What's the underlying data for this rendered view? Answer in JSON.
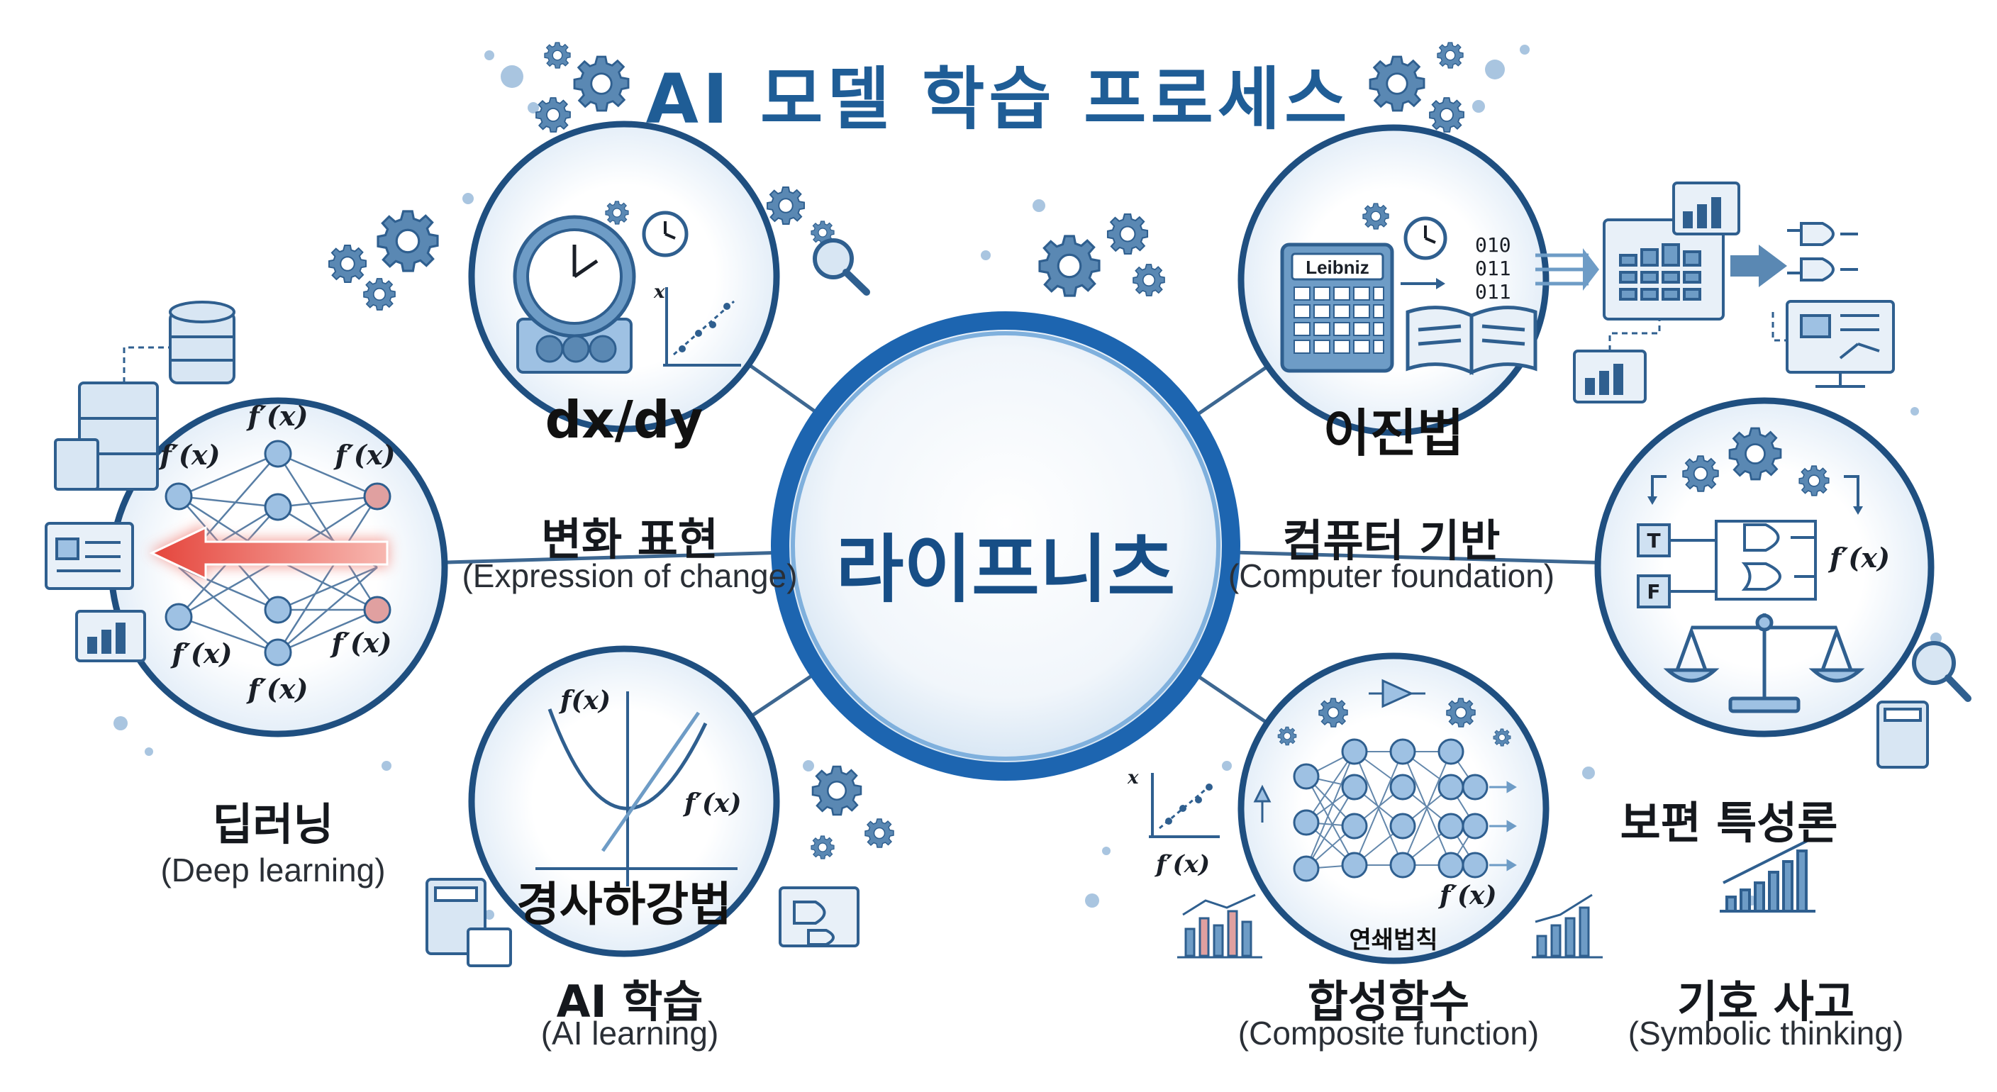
{
  "title": "AI 모델 학습 프로세스",
  "center": {
    "label": "라이프니츠"
  },
  "nodes": {
    "deep_learning": {
      "ko": "딥러닝",
      "en": "(Deep learning)",
      "fx": "f′(x)"
    },
    "dxdy": {
      "inner": "dx/dy",
      "ko": "변화 표현",
      "en": "(Expression of change)",
      "axis": "x"
    },
    "gradient": {
      "inner": "경사하강법",
      "ko": "AI 학습",
      "en": "(AI learning)",
      "fx": "f(x)",
      "dfx": "f′(x)"
    },
    "binary": {
      "inner": "이진법",
      "ko": "컴퓨터 기반",
      "en": "(Computer foundation)",
      "calc_label": "Leibniz",
      "bits": [
        "010",
        "011",
        "011"
      ]
    },
    "composite": {
      "inner": "합성함수",
      "sub": "연쇄법칙",
      "en": "(Composite function)",
      "fx": "f′(x)",
      "axis": "x"
    },
    "universal": {
      "ko": "보편 특성론",
      "fx": "f′(x)",
      "t": "T",
      "f": "F"
    },
    "symbolic": {
      "ko": "기호 사고",
      "en": "(Symbolic thinking)"
    }
  },
  "colors": {
    "primary": "#1f5d96",
    "ring": "#2f5f8f",
    "gear": "#5a88b3",
    "light": "#cfe1f2",
    "arrow_red": "#e5453c",
    "accent_red": "#e0a0a0"
  },
  "icons": [
    "gear-icon",
    "magnifier-icon",
    "database-icon",
    "server-icon",
    "calculator-icon",
    "clock-icon",
    "book-icon",
    "logic-gate-icon",
    "scale-icon",
    "bar-chart-icon",
    "monitor-icon"
  ]
}
